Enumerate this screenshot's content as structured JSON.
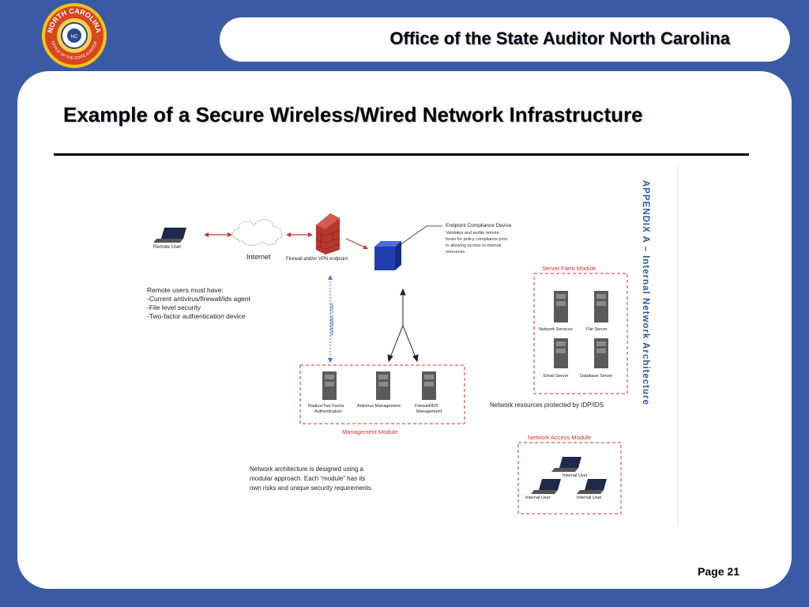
{
  "header": {
    "title": "Office of the State Auditor North Carolina"
  },
  "seal": {
    "top_text": "NORTH CAROLINA",
    "bottom_text": "OFFICE OF THE STATE AUDITOR",
    "center_text": "NC"
  },
  "slide": {
    "title": "Example of a Secure Wireless/Wired Network Infrastructure",
    "page": "Page 21"
  },
  "diagram": {
    "remote_user": "Remote User",
    "internet": "Internet",
    "firewall": "Firewall and/or VPN endpoint",
    "endpoint_title": "Endpoint Compliance Device",
    "endpoint_lines": [
      "Validates and audits remote",
      "hosts for policy compliance prior",
      "to allowing access to internal",
      "resources"
    ],
    "validates_user": "Validates User",
    "remote_notes": [
      "Remote users must have:",
      "-Current antivirus/firewall/ids agent",
      "-File level security",
      "-Two-factor authentication device"
    ],
    "server_farm_title": "Server Farm Module",
    "server_labels": [
      "Network Services",
      "File Server",
      "Email Server",
      "Database Server"
    ],
    "protected_note": "Network resources protected by IDP/IDS",
    "management_title": "Management Module",
    "management_labels": [
      [
        "Radius/Two Factor",
        "Authentication"
      ],
      [
        "Antivirus Management"
      ],
      [
        "Firewall/IDS",
        "Management"
      ]
    ],
    "network_access_title": "Network Access Module",
    "internal_user": "Internal User",
    "architecture_note": [
      "Network architecture is designed using a",
      "modular approach.  Each “module” has its",
      "own risks and unique security requirements."
    ],
    "appendix": "APPENDIX A – Internal Network Architecture"
  },
  "colors": {
    "background": "#3a5aa6",
    "module_red": "#d0312d",
    "appendix_blue": "#2c5aa8"
  }
}
